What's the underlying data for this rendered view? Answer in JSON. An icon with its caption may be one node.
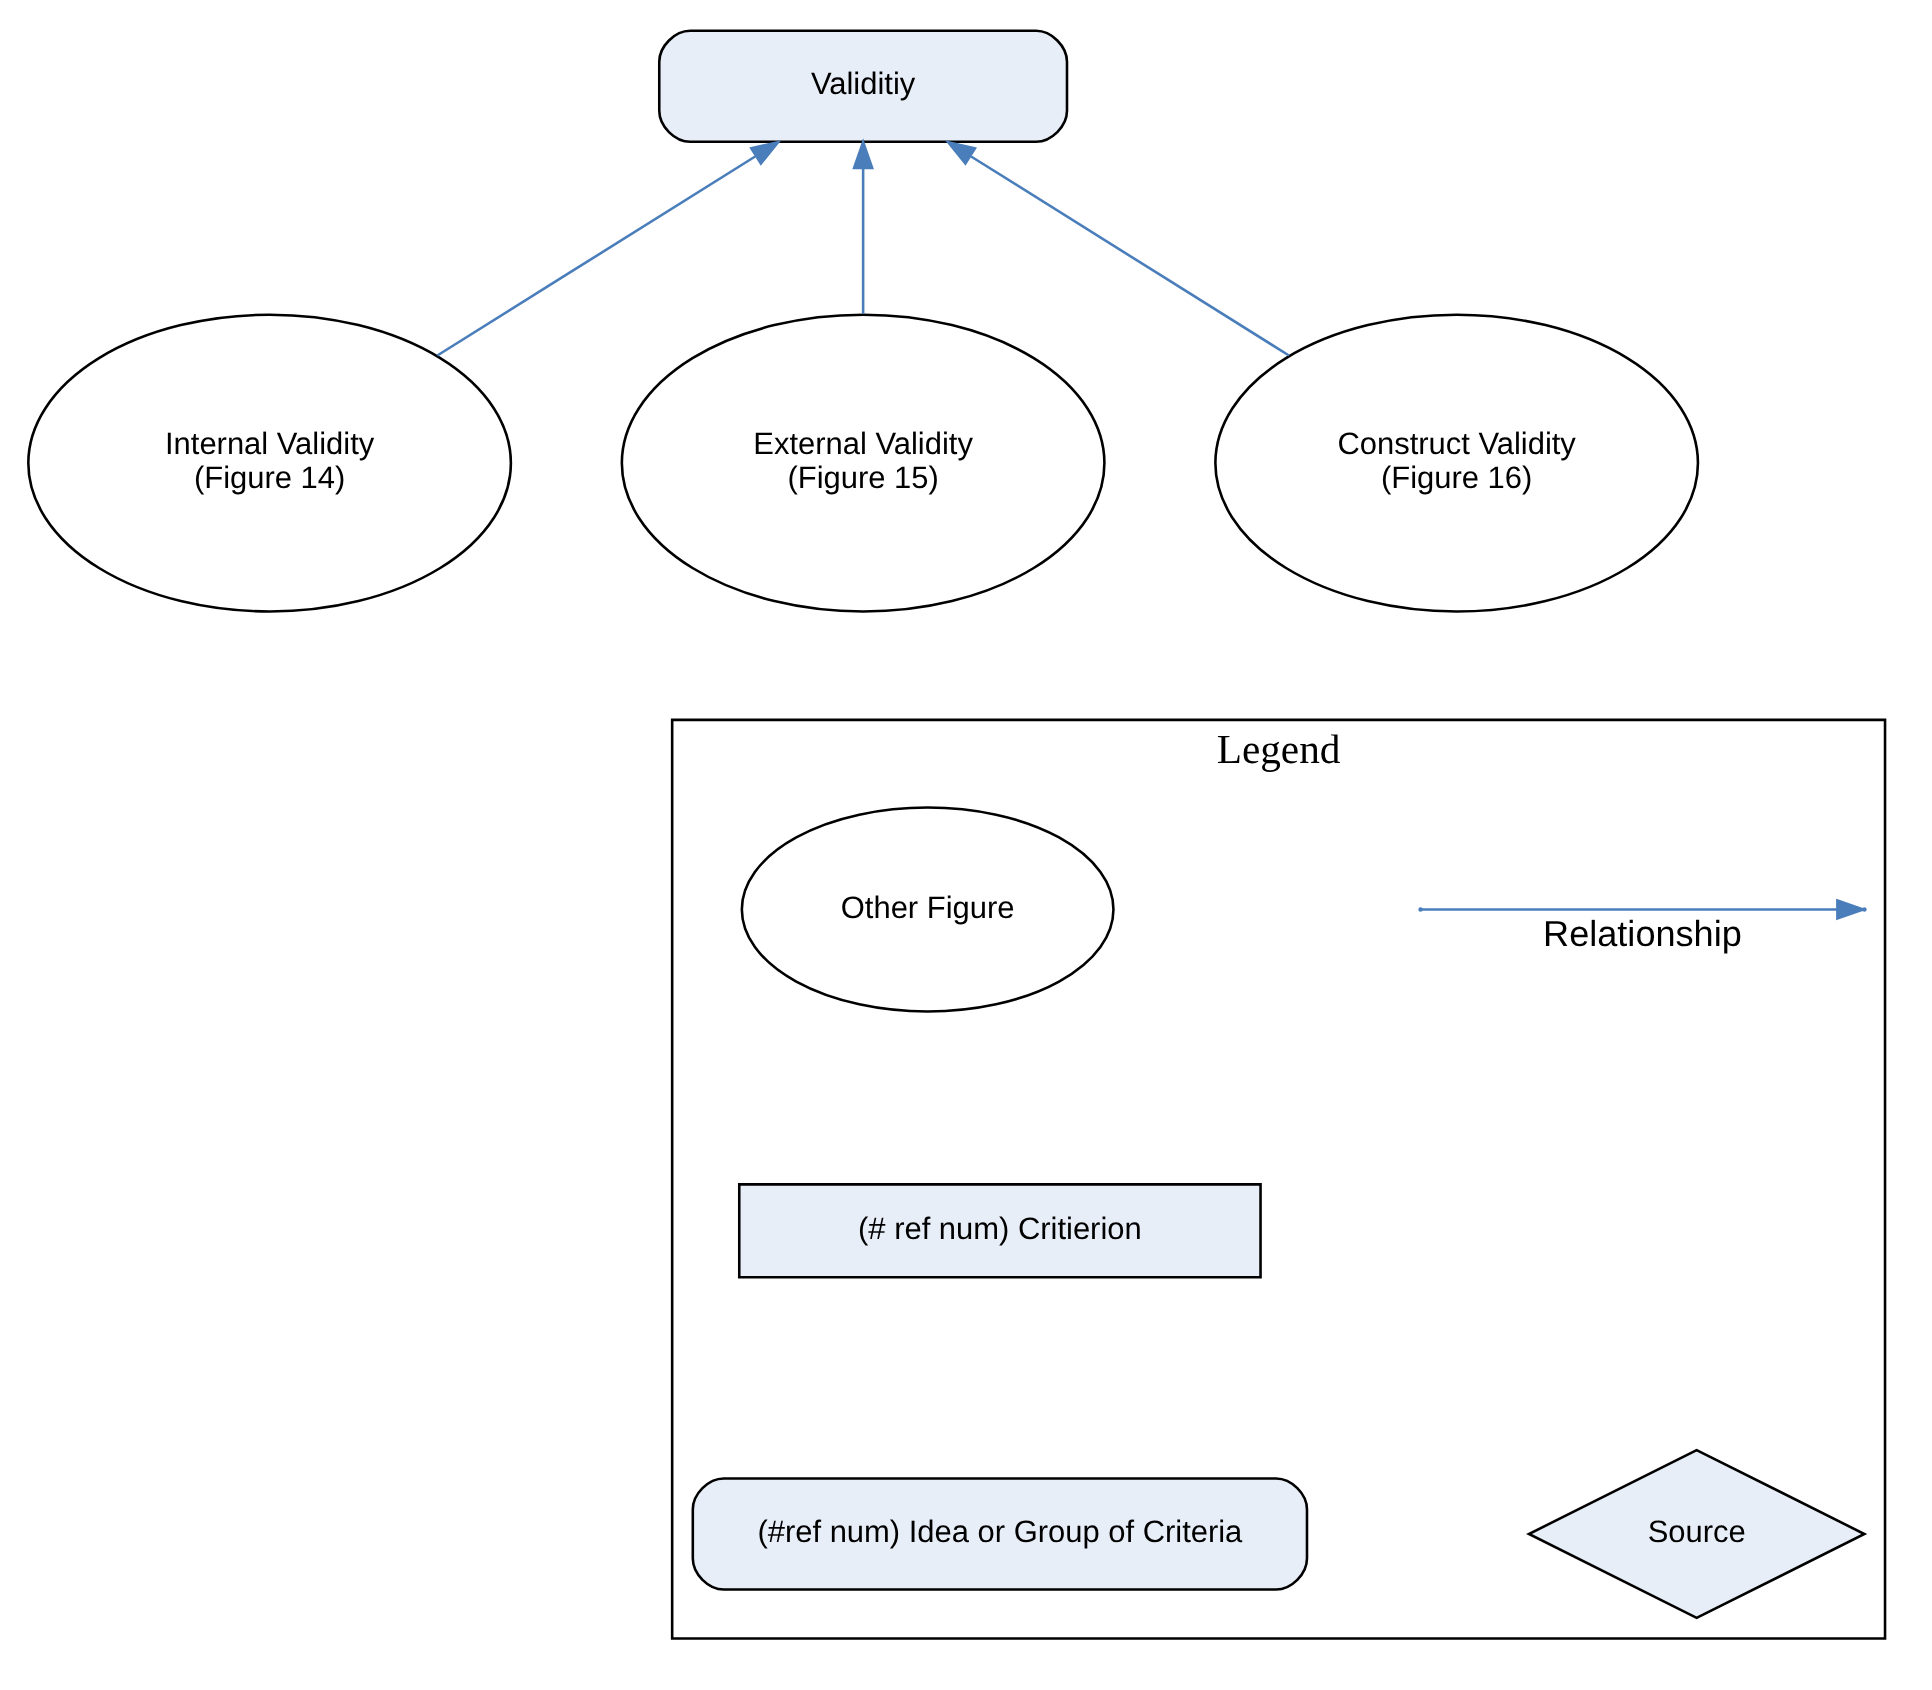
{
  "diagram": {
    "nodes": [
      {
        "text": [
          "Validitiy"
        ]
      },
      {
        "text": [
          "Internal Validity (Figure 14)"
        ]
      },
      {
        "text": [
          "External Validity (Figure 15)"
        ]
      },
      {
        "text": [
          "Construct Validity (Figure 16)"
        ]
      },
      {
        "text": [
          "Legend"
        ]
      },
      {
        "text": [
          "Other Figure"
        ],
        "in": 4
      },
      {
        "text": [
          "(# ref num) Critierion"
        ],
        "in": 4
      },
      {
        "text": [
          "Source"
        ],
        "in": 4
      },
      {
        "text": [
          "(#ref num) Idea or Group of Criteria"
        ],
        "in": 4
      }
    ],
    "edges": [
      {
        "from": 1,
        "to": 0,
        "arrow": "to"
      },
      {
        "from": 2,
        "to": 0,
        "arrow": "to"
      },
      {
        "from": 3,
        "to": 0,
        "arrow": "to"
      }
    ],
    "legend": [
      {
        "text": "Relationship"
      }
    ]
  }
}
